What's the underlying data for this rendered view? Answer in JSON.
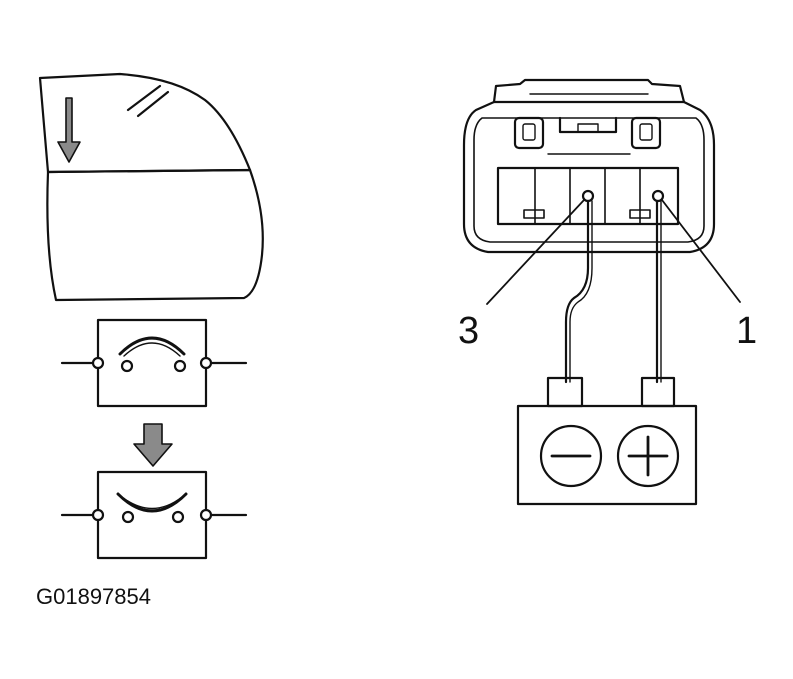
{
  "diagram": {
    "figure_code": "G01897854",
    "pin_labels": {
      "pin3": "3",
      "pin1": "1"
    },
    "battery": {
      "negative_symbol": "minus-icon",
      "positive_symbol": "plus-icon"
    },
    "icons": {
      "window_motion": "down-arrow-icon",
      "switch_transition": "down-arrow-icon"
    },
    "colors": {
      "ink": "#111111",
      "arrow_fill": "#8a8a8a"
    }
  }
}
